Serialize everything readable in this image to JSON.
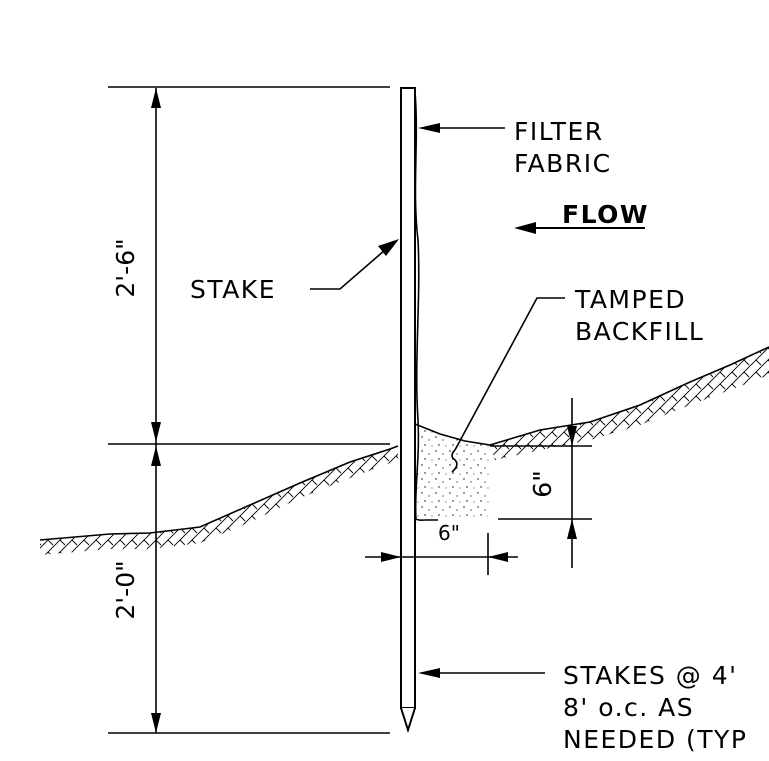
{
  "labels": {
    "filter_fabric": [
      "FILTER",
      "FABRIC"
    ],
    "flow": "FLOW",
    "stake": "STAKE",
    "tamped_backfill": [
      "TAMPED",
      "BACKFILL"
    ],
    "stakes_note": [
      "STAKES @ 4'",
      "8' o.c. AS",
      "NEEDED (TYP"
    ]
  },
  "dimensions": {
    "above_ground": "2'-6\"",
    "below_ground": "2'-0\"",
    "trench_depth": "6\"",
    "trench_width": "6\""
  }
}
